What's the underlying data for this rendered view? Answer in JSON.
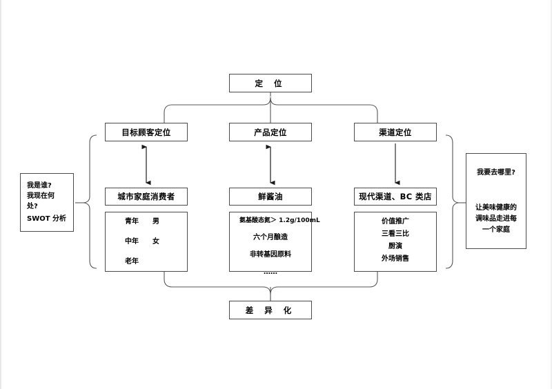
{
  "diagram": {
    "title_box": {
      "label": "定  位"
    },
    "bottom_box": {
      "label": "差  异  化"
    },
    "columns": [
      {
        "id": "target",
        "heading": "目标顾客定位",
        "value": "城市家庭消费者",
        "details": [
          "青年　　男",
          "中年　　女",
          "老年"
        ],
        "arrow": "double"
      },
      {
        "id": "product",
        "heading": "产品定位",
        "value": "鲜酱油",
        "details": [
          "氨基酸态氮＞ 1.2g/100mL",
          "六个月酿造",
          "非转基因原料",
          "……"
        ],
        "arrow": "double"
      },
      {
        "id": "channel",
        "heading": "渠道定位",
        "value": "现代渠道、BC 类店",
        "details": [
          "价值推广",
          "三看三比",
          "厨演",
          "外场销售"
        ],
        "arrow": "down"
      }
    ],
    "left_box": {
      "lines": [
        "我是谁?",
        "我现在何",
        "处?"
      ],
      "analysis": "SWOT 分析"
    },
    "right_box": {
      "question": "我要去哪里?",
      "lines": [
        "让美味健康的",
        "调味品走进每",
        "一个家庭"
      ]
    },
    "colors": {
      "stroke": "#4a4a4a",
      "connector": "#555555",
      "text": "#000000",
      "background": "#ffffff"
    }
  }
}
